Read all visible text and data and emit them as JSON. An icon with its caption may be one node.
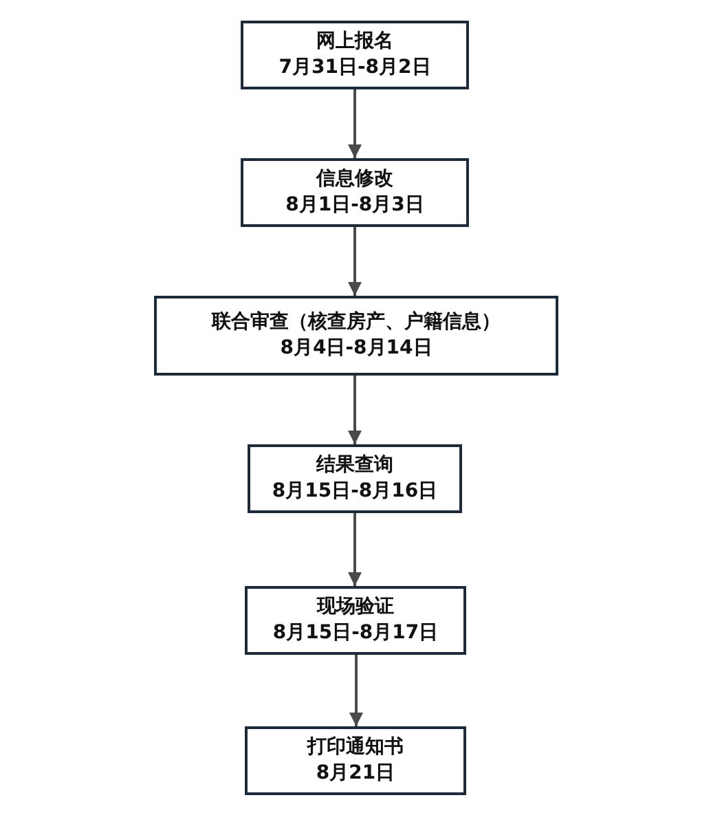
{
  "diagram": {
    "nodes": [
      {
        "text": [
          "网上报名",
          "7月31日-8月2日"
        ]
      },
      {
        "text": [
          "信息修改",
          "8月1日-8月3日"
        ]
      },
      {
        "text": [
          "联合审查（核查房产、户籍信息）",
          "8月4日-8月14日"
        ]
      },
      {
        "text": [
          "结果查询",
          "8月15日-8月16日"
        ]
      },
      {
        "text": [
          "现场验证",
          "8月15日-8月17日"
        ]
      },
      {
        "text": [
          "打印通知书",
          "8月21日"
        ]
      }
    ],
    "edges": [
      {
        "from": 0,
        "to": 1,
        "arrow": "to"
      },
      {
        "from": 1,
        "to": 2,
        "arrow": "to"
      },
      {
        "from": 2,
        "to": 3,
        "arrow": "to"
      },
      {
        "from": 3,
        "to": 4,
        "arrow": "to"
      },
      {
        "from": 4,
        "to": 5,
        "arrow": "to"
      }
    ]
  }
}
